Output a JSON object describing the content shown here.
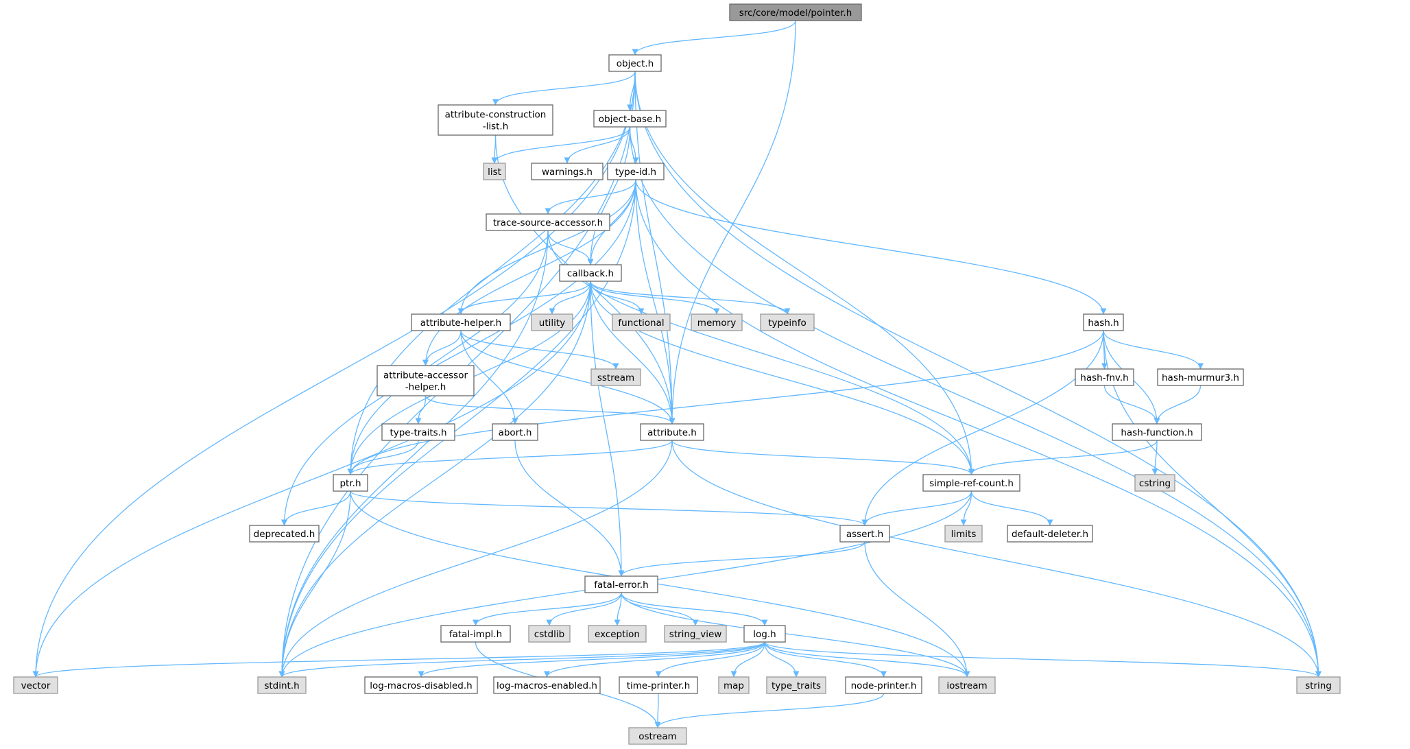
{
  "graph": {
    "title": "src/core/model/pointer.h",
    "edge_color": "#63b8ff",
    "nodes": [
      {
        "id": "pointer",
        "label": "src/core/model/pointer.h",
        "kind": "root"
      },
      {
        "id": "object",
        "label": "object.h",
        "kind": "local"
      },
      {
        "id": "acl",
        "label": "attribute-construction\n-list.h",
        "kind": "local"
      },
      {
        "id": "objbase",
        "label": "object-base.h",
        "kind": "local"
      },
      {
        "id": "list",
        "label": "list",
        "kind": "system"
      },
      {
        "id": "warnings",
        "label": "warnings.h",
        "kind": "local"
      },
      {
        "id": "typeid",
        "label": "type-id.h",
        "kind": "local"
      },
      {
        "id": "tsa",
        "label": "trace-source-accessor.h",
        "kind": "local"
      },
      {
        "id": "callback",
        "label": "callback.h",
        "kind": "local"
      },
      {
        "id": "attrhelper",
        "label": "attribute-helper.h",
        "kind": "local"
      },
      {
        "id": "utility",
        "label": "utility",
        "kind": "system"
      },
      {
        "id": "functional",
        "label": "functional",
        "kind": "system"
      },
      {
        "id": "memory",
        "label": "memory",
        "kind": "system"
      },
      {
        "id": "typeinfo",
        "label": "typeinfo",
        "kind": "system"
      },
      {
        "id": "hash",
        "label": "hash.h",
        "kind": "local"
      },
      {
        "id": "sstream",
        "label": "sstream",
        "kind": "system"
      },
      {
        "id": "aah",
        "label": "attribute-accessor\n-helper.h",
        "kind": "local"
      },
      {
        "id": "hashfnv",
        "label": "hash-fnv.h",
        "kind": "local"
      },
      {
        "id": "hashmur",
        "label": "hash-murmur3.h",
        "kind": "local"
      },
      {
        "id": "typetraits",
        "label": "type-traits.h",
        "kind": "local"
      },
      {
        "id": "abort",
        "label": "abort.h",
        "kind": "local"
      },
      {
        "id": "attribute",
        "label": "attribute.h",
        "kind": "local"
      },
      {
        "id": "hashfunc",
        "label": "hash-function.h",
        "kind": "local"
      },
      {
        "id": "ptr",
        "label": "ptr.h",
        "kind": "local"
      },
      {
        "id": "src",
        "label": "simple-ref-count.h",
        "kind": "local"
      },
      {
        "id": "cstring",
        "label": "cstring",
        "kind": "system"
      },
      {
        "id": "deprecated",
        "label": "deprecated.h",
        "kind": "local"
      },
      {
        "id": "assert",
        "label": "assert.h",
        "kind": "local"
      },
      {
        "id": "limits",
        "label": "limits",
        "kind": "system"
      },
      {
        "id": "defdel",
        "label": "default-deleter.h",
        "kind": "local"
      },
      {
        "id": "fatal",
        "label": "fatal-error.h",
        "kind": "local"
      },
      {
        "id": "fatalimpl",
        "label": "fatal-impl.h",
        "kind": "local"
      },
      {
        "id": "cstdlib",
        "label": "cstdlib",
        "kind": "system"
      },
      {
        "id": "exception",
        "label": "exception",
        "kind": "system"
      },
      {
        "id": "string_view",
        "label": "string_view",
        "kind": "system"
      },
      {
        "id": "log",
        "label": "log.h",
        "kind": "local"
      },
      {
        "id": "vector",
        "label": "vector",
        "kind": "system"
      },
      {
        "id": "stdint",
        "label": "stdint.h",
        "kind": "system"
      },
      {
        "id": "lmd",
        "label": "log-macros-disabled.h",
        "kind": "local"
      },
      {
        "id": "lme",
        "label": "log-macros-enabled.h",
        "kind": "local"
      },
      {
        "id": "timeprinter",
        "label": "time-printer.h",
        "kind": "local"
      },
      {
        "id": "map",
        "label": "map",
        "kind": "system"
      },
      {
        "id": "type_traits",
        "label": "type_traits",
        "kind": "system"
      },
      {
        "id": "nodeprinter",
        "label": "node-printer.h",
        "kind": "local"
      },
      {
        "id": "iostream",
        "label": "iostream",
        "kind": "system"
      },
      {
        "id": "string",
        "label": "string",
        "kind": "system"
      },
      {
        "id": "ostream",
        "label": "ostream",
        "kind": "system"
      }
    ],
    "edges": [
      [
        "pointer",
        "object"
      ],
      [
        "pointer",
        "attribute"
      ],
      [
        "object",
        "acl"
      ],
      [
        "object",
        "objbase"
      ],
      [
        "object",
        "attribute"
      ],
      [
        "object",
        "ptr"
      ],
      [
        "object",
        "src"
      ],
      [
        "object",
        "string"
      ],
      [
        "object",
        "vector"
      ],
      [
        "object",
        "stdint"
      ],
      [
        "acl",
        "list"
      ],
      [
        "acl",
        "attribute"
      ],
      [
        "objbase",
        "list"
      ],
      [
        "objbase",
        "warnings"
      ],
      [
        "objbase",
        "typeid"
      ],
      [
        "objbase",
        "callback"
      ],
      [
        "objbase",
        "string"
      ],
      [
        "typeid",
        "tsa"
      ],
      [
        "typeid",
        "callback"
      ],
      [
        "typeid",
        "attrhelper"
      ],
      [
        "typeid",
        "aah"
      ],
      [
        "typeid",
        "attribute"
      ],
      [
        "typeid",
        "hash"
      ],
      [
        "typeid",
        "deprecated"
      ],
      [
        "typeid",
        "stdint"
      ],
      [
        "typeid",
        "string"
      ],
      [
        "tsa",
        "callback"
      ],
      [
        "tsa",
        "ptr"
      ],
      [
        "tsa",
        "src"
      ],
      [
        "tsa",
        "stdint"
      ],
      [
        "callback",
        "attrhelper"
      ],
      [
        "callback",
        "utility"
      ],
      [
        "callback",
        "functional"
      ],
      [
        "callback",
        "memory"
      ],
      [
        "callback",
        "typeinfo"
      ],
      [
        "callback",
        "attribute"
      ],
      [
        "callback",
        "ptr"
      ],
      [
        "callback",
        "src"
      ],
      [
        "callback",
        "fatal"
      ],
      [
        "callback",
        "vector"
      ],
      [
        "callback",
        "stdint"
      ],
      [
        "attrhelper",
        "aah"
      ],
      [
        "attrhelper",
        "sstream"
      ],
      [
        "attrhelper",
        "abort"
      ],
      [
        "attrhelper",
        "attribute"
      ],
      [
        "aah",
        "typetraits"
      ],
      [
        "aah",
        "attribute"
      ],
      [
        "typetraits",
        "ptr"
      ],
      [
        "abort",
        "fatal"
      ],
      [
        "attribute",
        "ptr"
      ],
      [
        "attribute",
        "src"
      ],
      [
        "attribute",
        "string"
      ],
      [
        "attribute",
        "stdint"
      ],
      [
        "hash",
        "hashfnv"
      ],
      [
        "hash",
        "hashmur"
      ],
      [
        "hash",
        "hashfunc"
      ],
      [
        "hash",
        "string"
      ],
      [
        "hash",
        "assert"
      ],
      [
        "hash",
        "ptr"
      ],
      [
        "hashfnv",
        "hashfunc"
      ],
      [
        "hashmur",
        "hashfunc"
      ],
      [
        "hashfunc",
        "cstring"
      ],
      [
        "hashfunc",
        "src"
      ],
      [
        "ptr",
        "deprecated"
      ],
      [
        "ptr",
        "assert"
      ],
      [
        "ptr",
        "stdint"
      ],
      [
        "ptr",
        "iostream"
      ],
      [
        "src",
        "assert"
      ],
      [
        "src",
        "limits"
      ],
      [
        "src",
        "defdel"
      ],
      [
        "src",
        "stdint"
      ],
      [
        "assert",
        "fatal"
      ],
      [
        "assert",
        "iostream"
      ],
      [
        "fatal",
        "fatalimpl"
      ],
      [
        "fatal",
        "cstdlib"
      ],
      [
        "fatal",
        "exception"
      ],
      [
        "fatal",
        "string_view"
      ],
      [
        "fatal",
        "log"
      ],
      [
        "fatal",
        "iostream"
      ],
      [
        "fatalimpl",
        "ostream"
      ],
      [
        "log",
        "vector"
      ],
      [
        "log",
        "stdint"
      ],
      [
        "log",
        "lmd"
      ],
      [
        "log",
        "lme"
      ],
      [
        "log",
        "timeprinter"
      ],
      [
        "log",
        "map"
      ],
      [
        "log",
        "type_traits"
      ],
      [
        "log",
        "nodeprinter"
      ],
      [
        "log",
        "iostream"
      ],
      [
        "log",
        "string"
      ],
      [
        "timeprinter",
        "ostream"
      ],
      [
        "nodeprinter",
        "ostream"
      ]
    ]
  }
}
